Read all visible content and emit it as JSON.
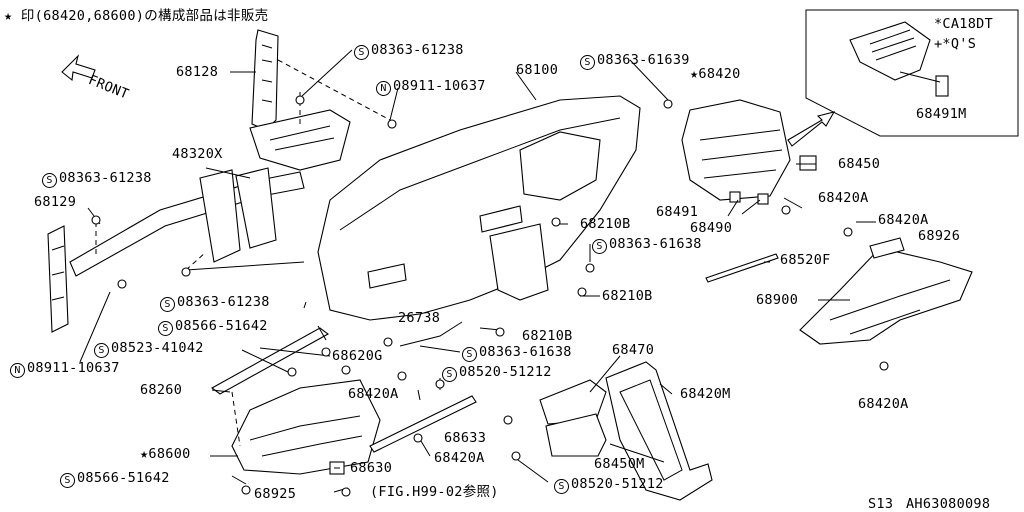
{
  "header_note": "★ 印(68420,68600)の構成部品は非販売",
  "front_label": "FRONT",
  "inset": {
    "line1": "*CA18DT",
    "line2": "+*Q'S",
    "part": "68491M"
  },
  "footer": {
    "page": "S13",
    "code": "AH63080098"
  },
  "labels": {
    "p68128": "68128",
    "s08363_61238_a": "08363-61238",
    "n08911_10637_a": "08911-10637",
    "p68100": "68100",
    "s08363_61639": "08363-61639",
    "p68420": "★68420",
    "p48320x": "48320X",
    "s08363_61238_b": "08363-61238",
    "p68129": "68129",
    "p68450": "68450",
    "p68420a_1": "68420A",
    "p68491": "68491",
    "p68490": "68490",
    "p68210b_1": "68210B",
    "p68420a_2": "68420A",
    "p68926": "68926",
    "s08363_61638_a": "08363-61638",
    "p68520f": "68520F",
    "p68210b_2": "68210B",
    "p68900": "68900",
    "s08363_61238_c": "08363-61238",
    "p26738": "26738",
    "s08566_51642_a": "08566-51642",
    "p68210b_3": "68210B",
    "s08523_41042": "08523-41042",
    "p68620g": "68620G",
    "s08363_61638_b": "08363-61638",
    "p68470": "68470",
    "n08911_10637_b": "08911-10637",
    "s08520_51212_a": "08520-51212",
    "p68260": "68260",
    "p68420a_3": "68420A",
    "p68420m": "68420M",
    "p68420a_4": "68420A",
    "p68633": "68633",
    "p68600": "★68600",
    "p68420a_5": "68420A",
    "p68630": "68630",
    "p68450m": "68450M",
    "s08566_51642_b": "08566-51642",
    "s08520_51212_b": "08520-51212",
    "p68925": "68925",
    "fig_ref": "(FIG.H99-02参照)"
  },
  "symbols": {
    "s": "S",
    "n": "N"
  }
}
